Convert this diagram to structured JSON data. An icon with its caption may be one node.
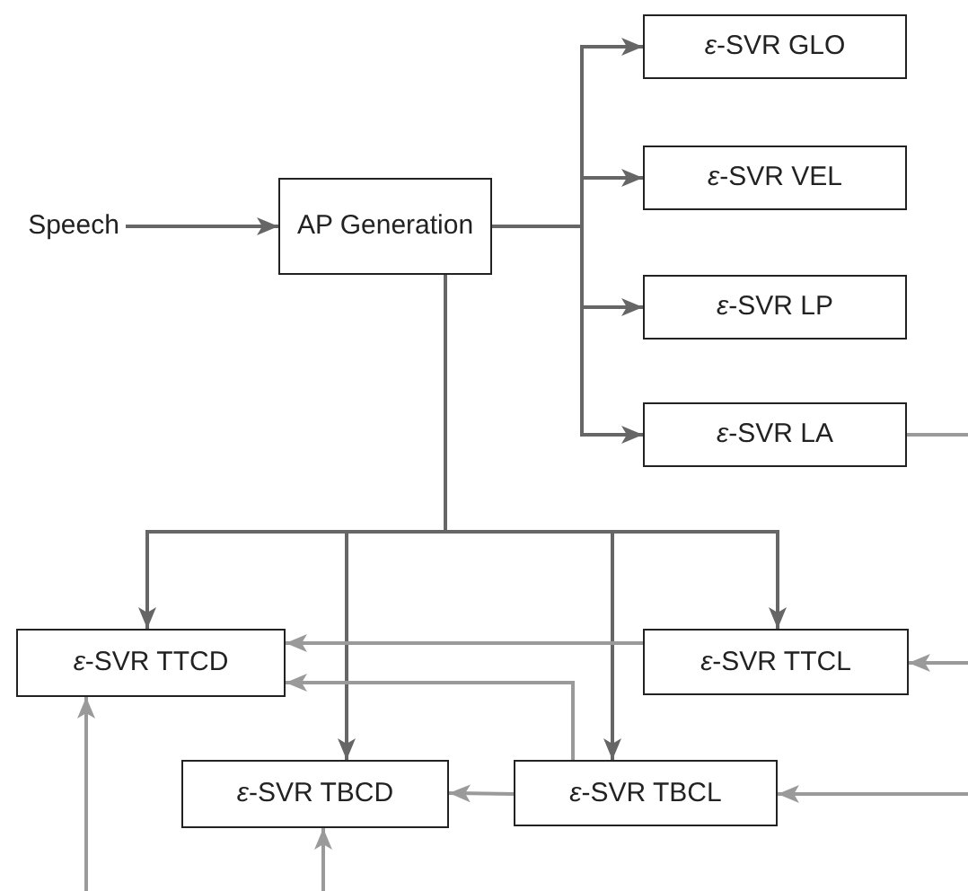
{
  "diagram": {
    "nodes": [
      {
        "text": [
          "Speech"
        ]
      },
      {
        "text": [
          "AP Generation"
        ]
      },
      {
        "text": [
          "*ε*-SVR GLO"
        ]
      },
      {
        "text": [
          "*ε*-SVR VEL"
        ]
      },
      {
        "text": [
          "*ε*-SVR LP"
        ]
      },
      {
        "text": [
          "*ε*-SVR LA"
        ]
      },
      {
        "text": [
          "*ε*-SVR TTCD"
        ]
      },
      {
        "text": [
          "*ε*-SVR TTCL"
        ]
      },
      {
        "text": [
          "*ε*-SVR TBCD"
        ]
      },
      {
        "text": [
          "*ε*-SVR TBCL"
        ]
      }
    ],
    "edges": [
      {
        "from": 0,
        "to": 1,
        "arrow": "to"
      },
      {
        "from": 1,
        "to": 2,
        "arrow": "to"
      },
      {
        "from": 1,
        "to": 3,
        "arrow": "to"
      },
      {
        "from": 1,
        "to": 4,
        "arrow": "to"
      },
      {
        "from": 1,
        "to": 5,
        "arrow": "to"
      },
      {
        "from": 1,
        "to": 6,
        "arrow": "to"
      },
      {
        "from": 1,
        "to": 8,
        "arrow": "to"
      },
      {
        "from": 1,
        "to": 9,
        "arrow": "to"
      },
      {
        "from": 1,
        "to": 7,
        "arrow": "to"
      },
      {
        "from": 7,
        "to": 6,
        "arrow": "to",
        "color": "#9a9a9a"
      },
      {
        "from": 9,
        "to": 6,
        "arrow": "to",
        "color": "#9a9a9a"
      },
      {
        "from": 9,
        "to": 8,
        "arrow": "to",
        "color": "#9a9a9a"
      },
      {
        "from": 5,
        "to": null,
        "arrow": "none",
        "color": "#9a9a9a"
      },
      {
        "from": null,
        "to": 7,
        "arrow": "to",
        "color": "#9a9a9a"
      },
      {
        "from": null,
        "to": 9,
        "arrow": "to",
        "color": "#9a9a9a"
      },
      {
        "from": null,
        "to": 6,
        "arrow": "to",
        "color": "#9a9a9a"
      },
      {
        "from": null,
        "to": 8,
        "arrow": "to",
        "color": "#9a9a9a"
      }
    ]
  }
}
